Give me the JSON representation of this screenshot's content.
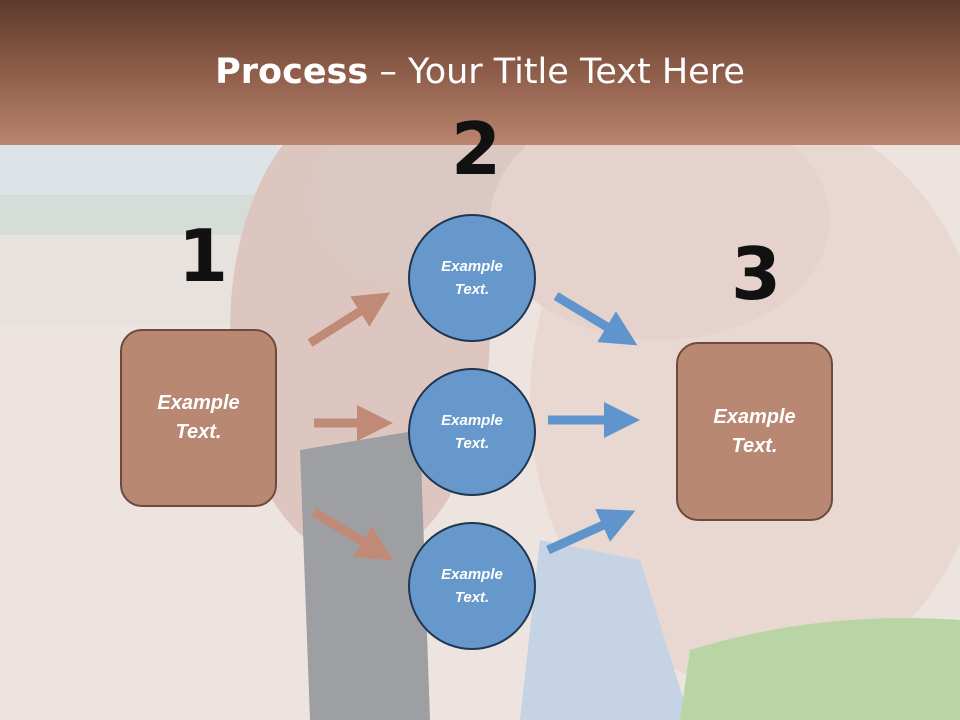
{
  "title": {
    "bold": "Process",
    "rest": " – Your Title Text Here"
  },
  "steps": {
    "one": {
      "number": "1",
      "label": "Example\nText."
    },
    "two": {
      "number": "2",
      "circles": [
        {
          "label": "Example\nText."
        },
        {
          "label": "Example\nText."
        },
        {
          "label": "Example\nText."
        }
      ]
    },
    "three": {
      "number": "3",
      "label": "Example\nText."
    }
  },
  "colors": {
    "header": "#8a5a46",
    "box_fill": "#b98873",
    "box_border": "#6d4a3e",
    "circle_fill": "#6698cc",
    "circle_border": "#1f3550",
    "arrow_brown": "#c18a76",
    "arrow_blue": "#5f94cc"
  }
}
